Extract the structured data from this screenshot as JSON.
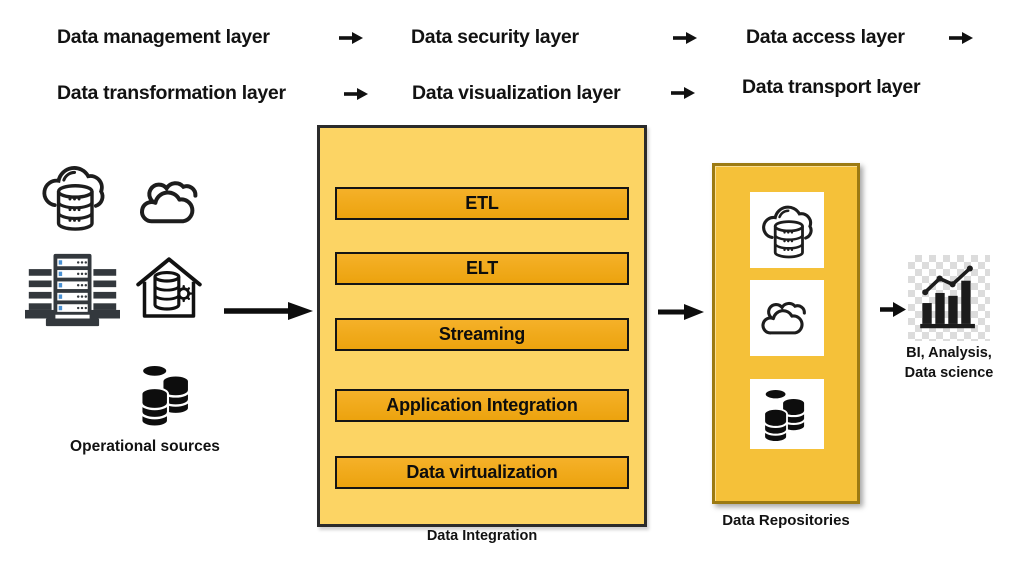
{
  "flow_rows": {
    "row1": [
      "Data management layer",
      "Data security layer",
      "Data access layer"
    ],
    "row2": [
      "Data transformation layer",
      "Data visualization layer",
      "Data transport layer"
    ]
  },
  "operational_sources": {
    "label": "Operational sources",
    "icons": [
      "cloud-database-icon",
      "cloud-icon",
      "server-rack-icon",
      "warehouse-database-icon",
      "database-stack-icon"
    ]
  },
  "integration": {
    "label": "Data Integration",
    "methods": [
      "ETL",
      "ELT",
      "Streaming",
      "Application Integration",
      "Data virtualization"
    ]
  },
  "repositories": {
    "label": "Data Repositories",
    "icons": [
      "cloud-database-icon",
      "cloud-icon",
      "database-stack-icon"
    ]
  },
  "bi_output": {
    "label_line1": "BI, Analysis,",
    "label_line2": "Data science",
    "icon": "bar-line-chart-icon"
  },
  "colors": {
    "integration_box_fill": "#fcd464",
    "integration_item_fill": "#f0a81f",
    "repository_box_fill": "#f5c139",
    "repository_box_border": "#9c7a12",
    "outline_dark": "#1d1d1d",
    "server_accent_blue": "#4a90d2"
  }
}
